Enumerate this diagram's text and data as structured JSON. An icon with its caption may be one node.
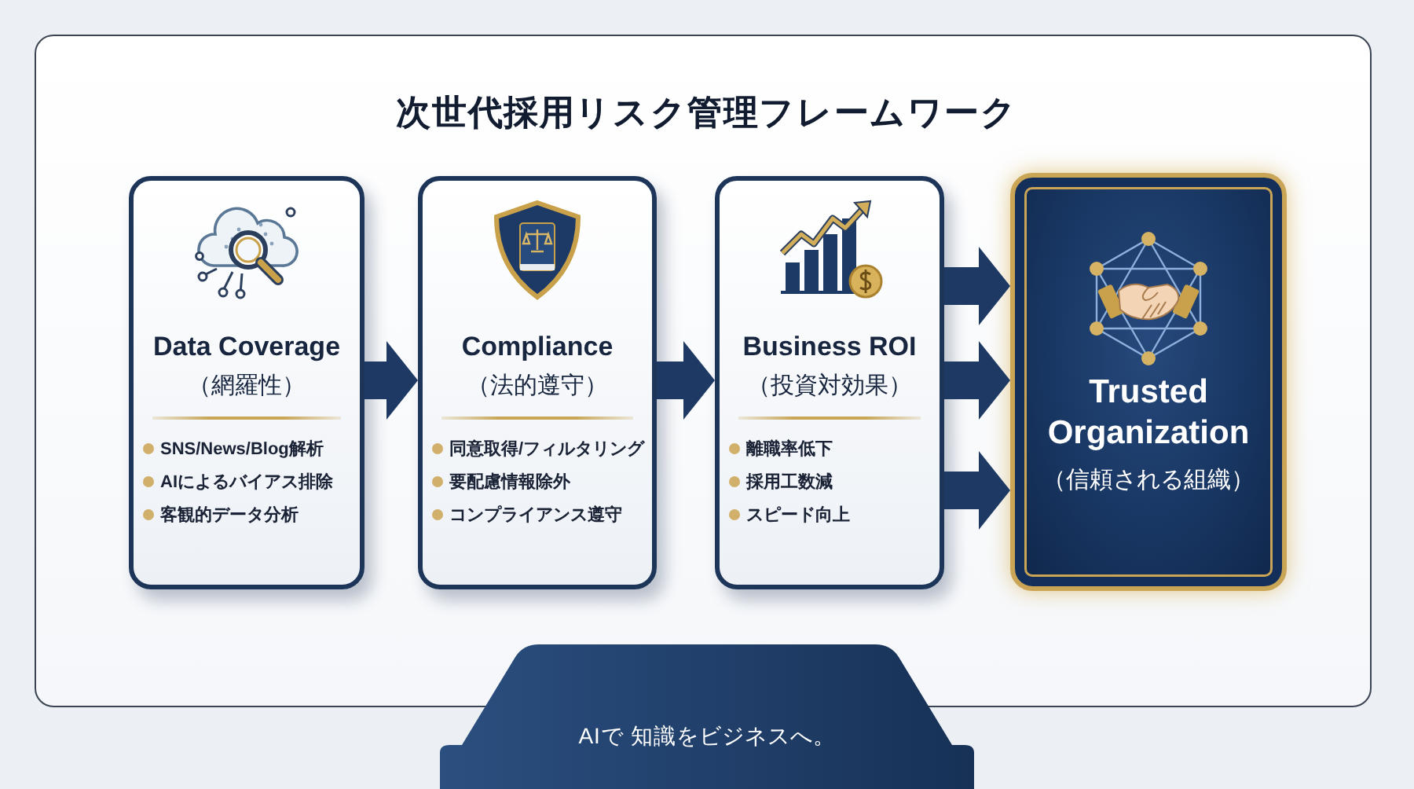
{
  "diagram": {
    "title": "次世代採用リスク管理フレームワーク",
    "nodes": [
      {
        "text": [
          "Data Coverage",
          "（網羅性）",
          "SNS/News/Blog解析",
          "AIによるバイアス排除",
          "客観的データ分析"
        ]
      },
      {
        "text": [
          "Compliance",
          "（法的遵守）",
          "同意取得/フィルタリング",
          "要配慮情報除外",
          "コンプライアンス遵守"
        ]
      },
      {
        "text": [
          "Business ROI",
          "（投資対効果）",
          "離職率低下",
          "採用工数減",
          "スピード向上"
        ]
      },
      {
        "text": [
          "Trusted Organization",
          "（信頼される組織）"
        ]
      }
    ],
    "edges": [
      {
        "from": 0,
        "to": 1,
        "arrow": "to"
      },
      {
        "from": 1,
        "to": 2,
        "arrow": "to"
      },
      {
        "from": 2,
        "to": 3,
        "arrow": "to"
      },
      {
        "from": 2,
        "to": 3,
        "arrow": "to"
      },
      {
        "from": 2,
        "to": 3,
        "arrow": "to"
      }
    ],
    "labels": [
      "AIで 知識をビジネスへ。"
    ]
  }
}
